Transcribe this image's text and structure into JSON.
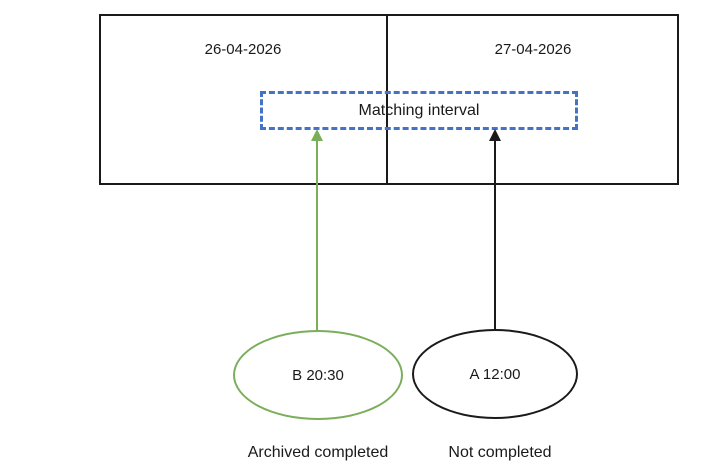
{
  "days": [
    {
      "label": "26-04-2026"
    },
    {
      "label": "27-04-2026"
    }
  ],
  "interval": {
    "label": "Matching interval",
    "border_color": "#4472C4"
  },
  "events": [
    {
      "label": "B 20:30",
      "caption": "Archived completed",
      "color": "#7BAE5B"
    },
    {
      "label": "A 12:00",
      "caption": "Not completed",
      "color": "#1a1a1a"
    }
  ]
}
